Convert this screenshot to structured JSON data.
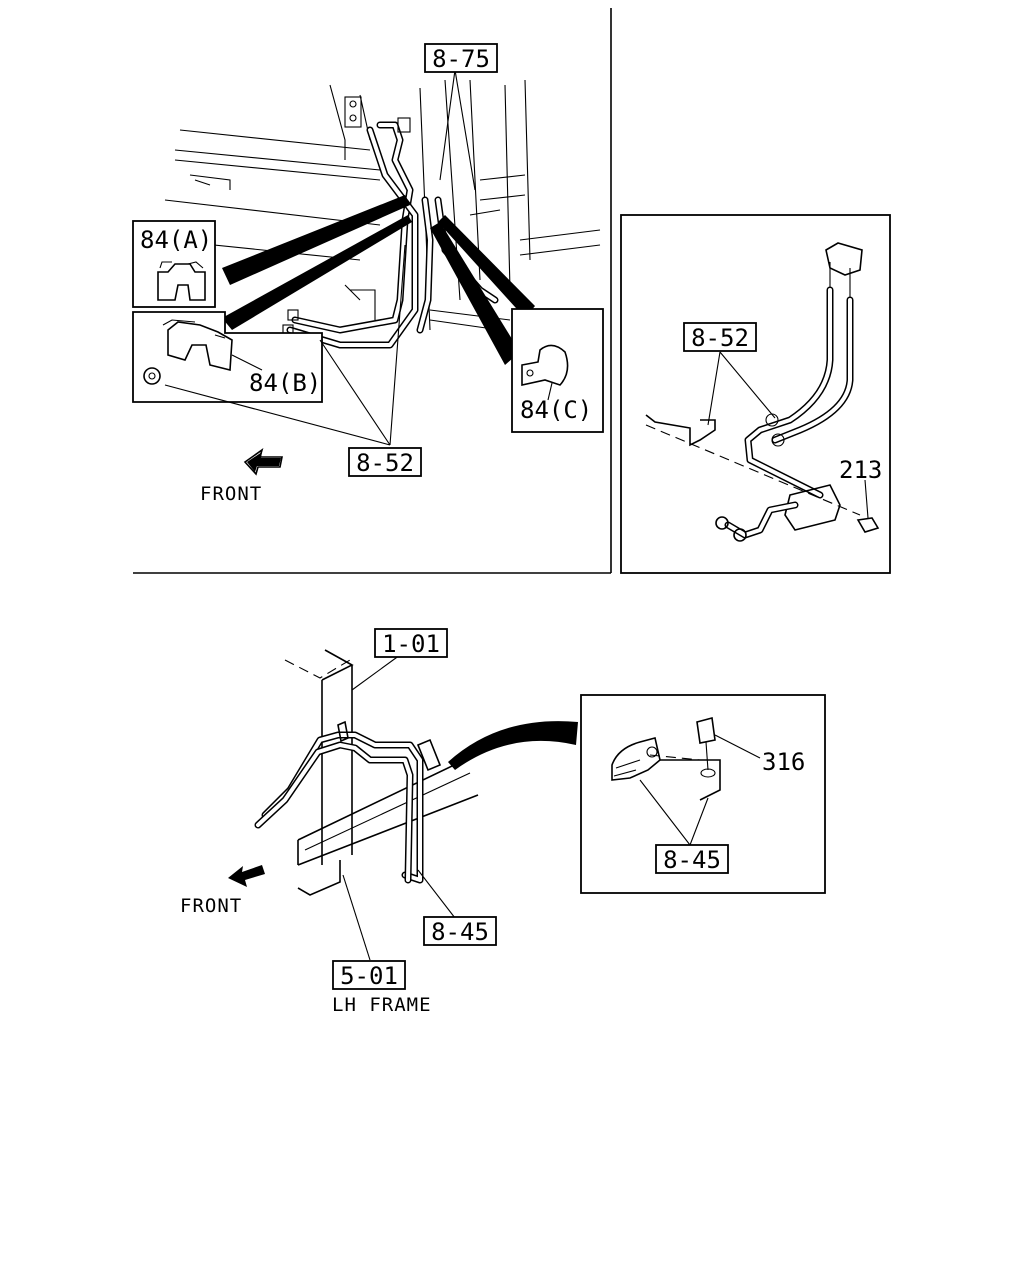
{
  "labels": {
    "top_8_75": "8-75",
    "top_84A": "84(A)",
    "top_84B": "84(B)",
    "top_84C": "84(C)",
    "top_8_52": "8-52",
    "top_front": "FRONT",
    "right_8_52": "8-52",
    "right_213": "213",
    "bottom_1_01": "1-01",
    "bottom_8_45_main": "8-45",
    "bottom_5_01": "5-01",
    "bottom_lh_frame": "LH FRAME",
    "bottom_front": "FRONT",
    "inset_316": "316",
    "inset_8_45": "8-45"
  }
}
